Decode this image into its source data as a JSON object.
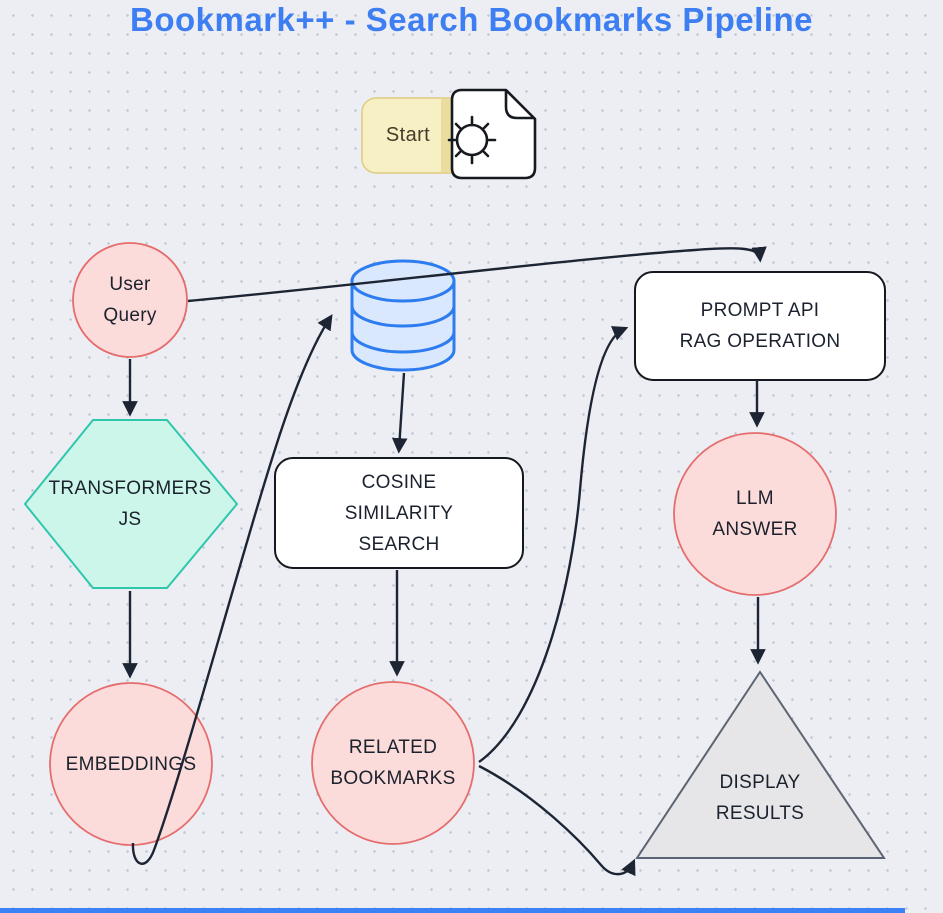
{
  "title": "Bookmark++ - Search Bookmarks Pipeline",
  "colors": {
    "title_blue": "#3d7ef2",
    "edge_navy": "#1d2433",
    "circle_pink_fill": "#fcdcda",
    "circle_pink_border": "#e56d6d",
    "hexagon_mint_fill": "#cdf6eb",
    "hexagon_mint_border": "#2fc7ab",
    "database_blue_fill": "#d9e8fc",
    "database_blue_border": "#2d7cf0",
    "start_yellow_fill": "#f6f0c4",
    "triangle_gray_fill": "#e6e6e9",
    "background": "#eceef3",
    "scrollbar_blue": "#3b82f6"
  },
  "nodes": {
    "start": {
      "label": "Start",
      "shape": "rounded-rectangle",
      "icons": [
        "document-icon",
        "gear-icon"
      ]
    },
    "user_query": {
      "label": "User\nQuery",
      "shape": "circle"
    },
    "vector_db": {
      "label": "",
      "shape": "database-cylinder"
    },
    "transformers_js": {
      "label": "TRANSFORMERS\nJS",
      "shape": "hexagon"
    },
    "cosine_similarity_search": {
      "label": "COSINE\nSIMILARITY\nSEARCH",
      "shape": "rounded-rectangle"
    },
    "prompt_api_rag_operation": {
      "label": "PROMPT API\nRAG OPERATION",
      "shape": "rounded-rectangle"
    },
    "llm_answer": {
      "label": "LLM\nANSWER",
      "shape": "circle"
    },
    "embeddings": {
      "label": "EMBEDDINGS",
      "shape": "circle"
    },
    "related_bookmarks": {
      "label": "RELATED\nBOOKMARKS",
      "shape": "circle"
    },
    "display_results": {
      "label": "DISPLAY\nRESULTS",
      "shape": "triangle"
    }
  },
  "edges": [
    {
      "from": "user_query",
      "to": "transformers_js"
    },
    {
      "from": "user_query",
      "to": "prompt_api_rag_operation"
    },
    {
      "from": "transformers_js",
      "to": "embeddings"
    },
    {
      "from": "embeddings",
      "to": "vector_db"
    },
    {
      "from": "vector_db",
      "to": "cosine_similarity_search"
    },
    {
      "from": "cosine_similarity_search",
      "to": "related_bookmarks"
    },
    {
      "from": "related_bookmarks",
      "to": "prompt_api_rag_operation"
    },
    {
      "from": "related_bookmarks",
      "to": "display_results"
    },
    {
      "from": "prompt_api_rag_operation",
      "to": "llm_answer"
    },
    {
      "from": "llm_answer",
      "to": "display_results"
    }
  ]
}
